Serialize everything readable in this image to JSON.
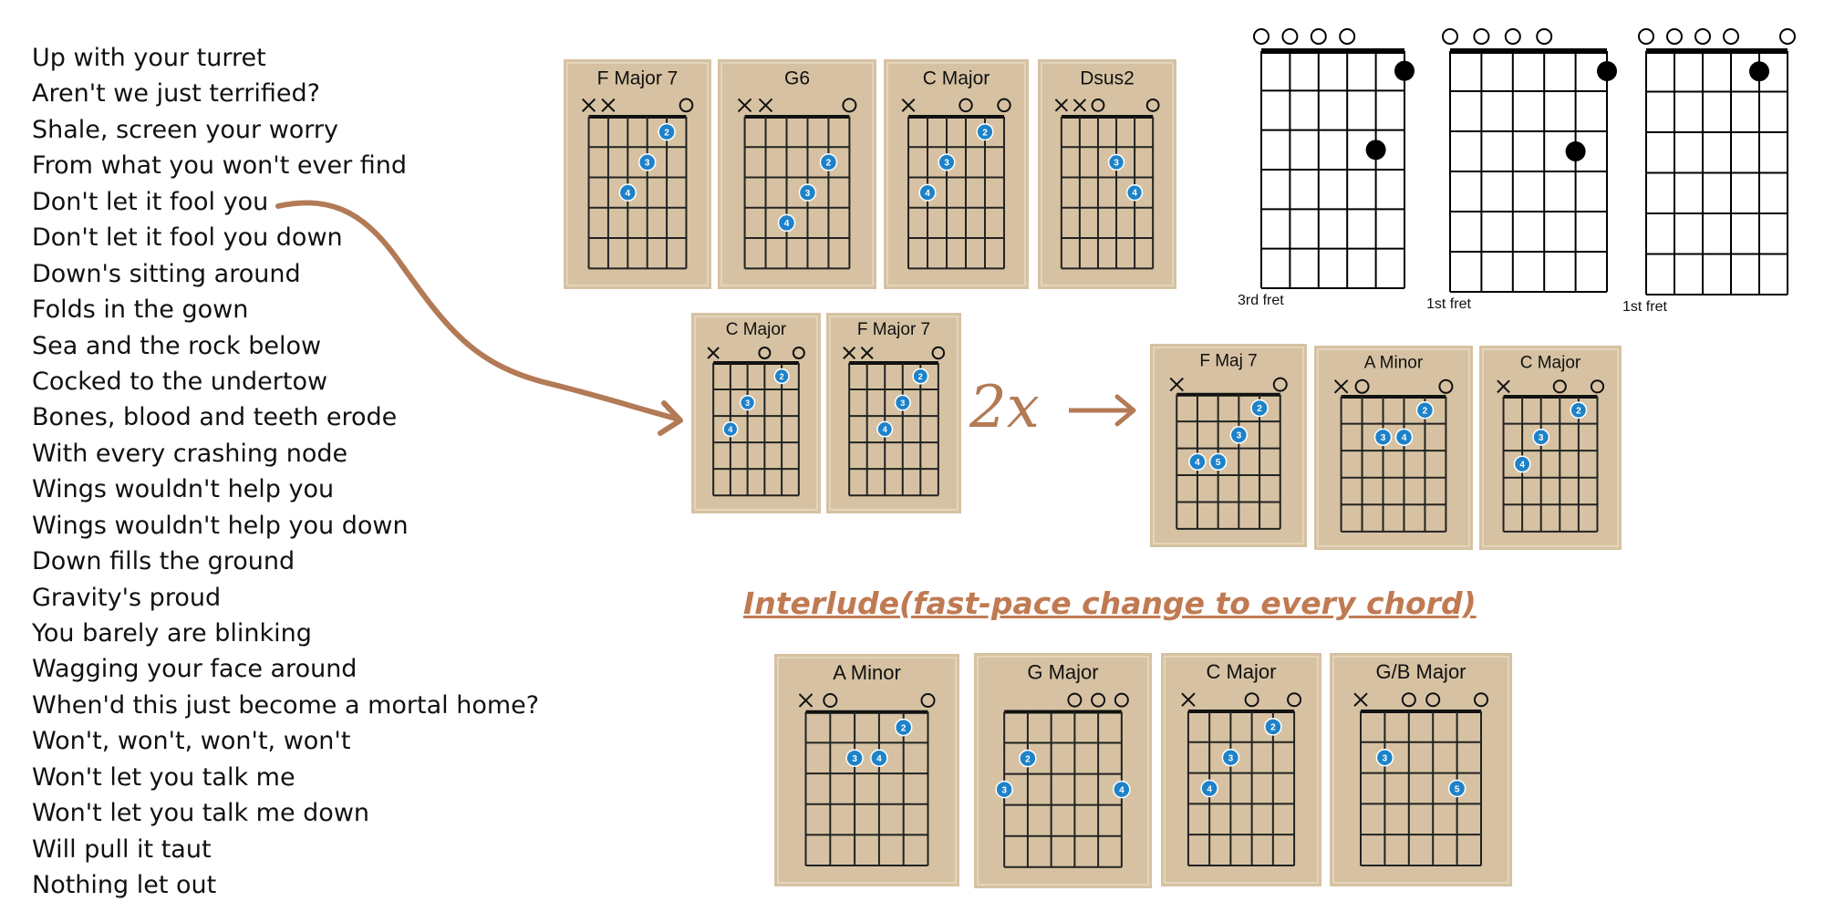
{
  "lyrics": [
    "Up with your turret",
    "Aren't we just terrified?",
    "Shale, screen your worry",
    "From what you won't ever find",
    "Don't let it fool you",
    "Don't let it fool you down",
    "Down's sitting around",
    "Folds in the gown",
    "Sea and the rock below",
    "Cocked to the undertow",
    "Bones, blood and teeth erode",
    "With every crashing node",
    "Wings wouldn't help you",
    "Wings wouldn't help you down",
    "Down fills the ground",
    "Gravity's proud",
    "You barely are blinking",
    "Wagging your face around",
    "When'd this just become a mortal home?",
    "Won't, won't, won't, won't",
    "Won't let you talk me",
    "Won't let you talk me down",
    "Will pull it taut",
    "Nothing let out"
  ],
  "repeat_label": "2x",
  "interlude_title": "Interlude(fast-pace change to every chord)",
  "colors": {
    "card": "#d6c2a2",
    "dot": "#1e82c8",
    "arrow": "#b27a55",
    "interlude": "#c07a52"
  },
  "chord_groups": [
    {
      "chords": [
        {
          "name": "F Major 7",
          "strings": [
            "x",
            "x",
            "",
            "",
            "",
            "o"
          ],
          "dots": [
            {
              "s": 4,
              "f": 1,
              "n": "2"
            },
            {
              "s": 3,
              "f": 2,
              "n": "3"
            },
            {
              "s": 2,
              "f": 3,
              "n": "4"
            }
          ]
        },
        {
          "name": "G6",
          "strings": [
            "x",
            "x",
            "",
            "",
            "",
            "o"
          ],
          "dots": [
            {
              "s": 4,
              "f": 2,
              "n": "2"
            },
            {
              "s": 3,
              "f": 3,
              "n": "3"
            },
            {
              "s": 2,
              "f": 4,
              "n": "4"
            }
          ]
        },
        {
          "name": "C Major",
          "strings": [
            "x",
            "",
            "",
            "o",
            "",
            "o"
          ],
          "dots": [
            {
              "s": 4,
              "f": 1,
              "n": "2"
            },
            {
              "s": 2,
              "f": 2,
              "n": "3"
            },
            {
              "s": 1,
              "f": 3,
              "n": "4"
            }
          ]
        },
        {
          "name": "Dsus2",
          "strings": [
            "x",
            "x",
            "o",
            "",
            "",
            "o"
          ],
          "dots": [
            {
              "s": 3,
              "f": 2,
              "n": "3"
            },
            {
              "s": 4,
              "f": 3,
              "n": "4"
            }
          ]
        }
      ]
    },
    {
      "chords": [
        {
          "name": "C Major",
          "strings": [
            "x",
            "",
            "",
            "o",
            "",
            "o"
          ],
          "dots": [
            {
              "s": 4,
              "f": 1,
              "n": "2"
            },
            {
              "s": 2,
              "f": 2,
              "n": "3"
            },
            {
              "s": 1,
              "f": 3,
              "n": "4"
            }
          ]
        },
        {
          "name": "F Major 7",
          "strings": [
            "x",
            "x",
            "",
            "",
            "",
            "o"
          ],
          "dots": [
            {
              "s": 4,
              "f": 1,
              "n": "2"
            },
            {
              "s": 3,
              "f": 2,
              "n": "3"
            },
            {
              "s": 2,
              "f": 3,
              "n": "4"
            }
          ]
        }
      ]
    },
    {
      "chords": [
        {
          "name": "F Maj 7",
          "strings": [
            "x",
            "",
            "",
            "",
            "",
            "o"
          ],
          "dots": [
            {
              "s": 4,
              "f": 1,
              "n": "2"
            },
            {
              "s": 3,
              "f": 2,
              "n": "3"
            },
            {
              "s": 1,
              "f": 3,
              "n": "4"
            },
            {
              "s": 2,
              "f": 3,
              "n": "5"
            }
          ]
        },
        {
          "name": "A Minor",
          "strings": [
            "x",
            "o",
            "",
            "",
            "",
            "o"
          ],
          "dots": [
            {
              "s": 4,
              "f": 1,
              "n": "2"
            },
            {
              "s": 2,
              "f": 2,
              "n": "3"
            },
            {
              "s": 3,
              "f": 2,
              "n": "4"
            }
          ]
        },
        {
          "name": "C Major",
          "strings": [
            "x",
            "",
            "",
            "o",
            "",
            "o"
          ],
          "dots": [
            {
              "s": 4,
              "f": 1,
              "n": "2"
            },
            {
              "s": 2,
              "f": 2,
              "n": "3"
            },
            {
              "s": 1,
              "f": 3,
              "n": "4"
            }
          ]
        }
      ]
    },
    {
      "chords": [
        {
          "name": "A Minor",
          "strings": [
            "x",
            "o",
            "",
            "",
            "",
            "o"
          ],
          "dots": [
            {
              "s": 4,
              "f": 1,
              "n": "2"
            },
            {
              "s": 2,
              "f": 2,
              "n": "3"
            },
            {
              "s": 3,
              "f": 2,
              "n": "4"
            }
          ]
        },
        {
          "name": "G Major",
          "strings": [
            "",
            "",
            "",
            "o",
            "o",
            "o"
          ],
          "dots": [
            {
              "s": 1,
              "f": 2,
              "n": "2"
            },
            {
              "s": 0,
              "f": 3,
              "n": "3"
            },
            {
              "s": 5,
              "f": 3,
              "n": "4"
            }
          ]
        },
        {
          "name": "C Major",
          "strings": [
            "x",
            "",
            "",
            "o",
            "",
            "o"
          ],
          "dots": [
            {
              "s": 4,
              "f": 1,
              "n": "2"
            },
            {
              "s": 2,
              "f": 2,
              "n": "3"
            },
            {
              "s": 1,
              "f": 3,
              "n": "4"
            }
          ]
        },
        {
          "name": "G/B Major",
          "strings": [
            "x",
            "",
            "o",
            "o",
            "",
            "o"
          ],
          "dots": [
            {
              "s": 1,
              "f": 2,
              "n": "3"
            },
            {
              "s": 4,
              "f": 3,
              "n": "5"
            }
          ]
        }
      ]
    }
  ],
  "fret_charts": [
    {
      "fret_label": "3rd fret",
      "strings": [
        "o",
        "o",
        "o",
        "o",
        "",
        ""
      ],
      "dots": [
        {
          "s": 5,
          "f": 1
        },
        {
          "s": 4,
          "f": 3
        }
      ]
    },
    {
      "fret_label": "1st fret",
      "strings": [
        "o",
        "o",
        "o",
        "o",
        "",
        ""
      ],
      "dots": [
        {
          "s": 5,
          "f": 1
        },
        {
          "s": 4,
          "f": 3
        }
      ]
    },
    {
      "fret_label": "1st fret",
      "strings": [
        "o",
        "o",
        "o",
        "o",
        "",
        "o"
      ],
      "dots": [
        {
          "s": 4,
          "f": 1
        }
      ]
    }
  ]
}
